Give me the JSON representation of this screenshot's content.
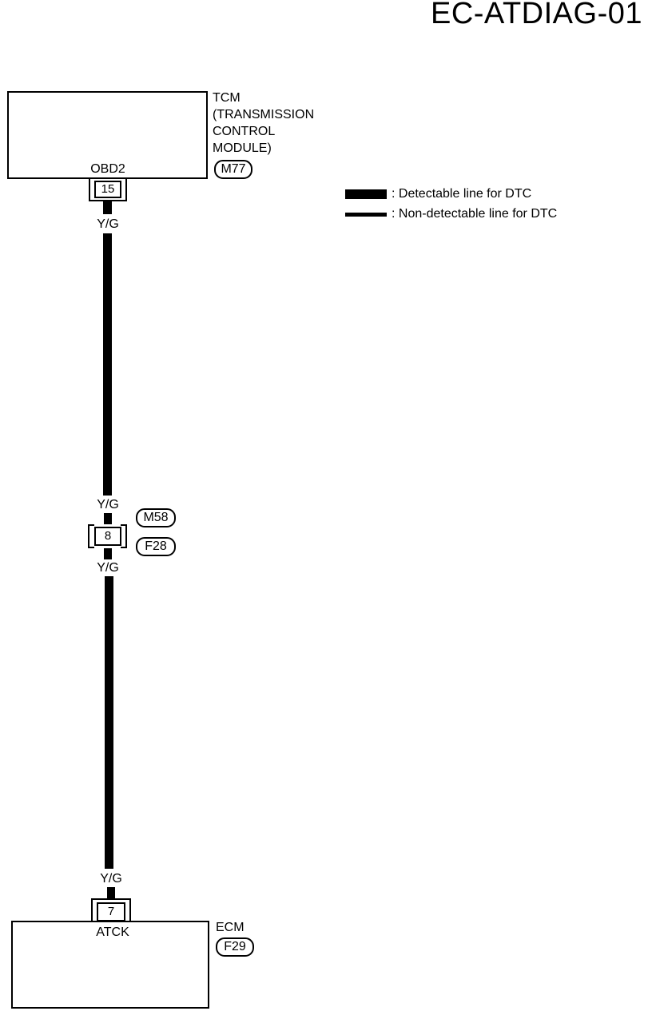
{
  "title": "EC-ATDIAG-01",
  "tcm": {
    "name_lines": [
      "TCM",
      "(TRANSMISSION",
      "CONTROL",
      "MODULE)"
    ],
    "connector_id": "M77",
    "terminal_label": "OBD2",
    "pin": "15"
  },
  "ecm": {
    "name": "ECM",
    "connector_id": "F29",
    "terminal_label": "ATCK",
    "pin": "7"
  },
  "joint": {
    "pin": "8",
    "connector_top": "M58",
    "connector_bottom": "F28"
  },
  "wire_color": "Y/G",
  "legend": {
    "detectable": ": Detectable line for DTC",
    "non_detectable": ": Non-detectable line for DTC"
  }
}
